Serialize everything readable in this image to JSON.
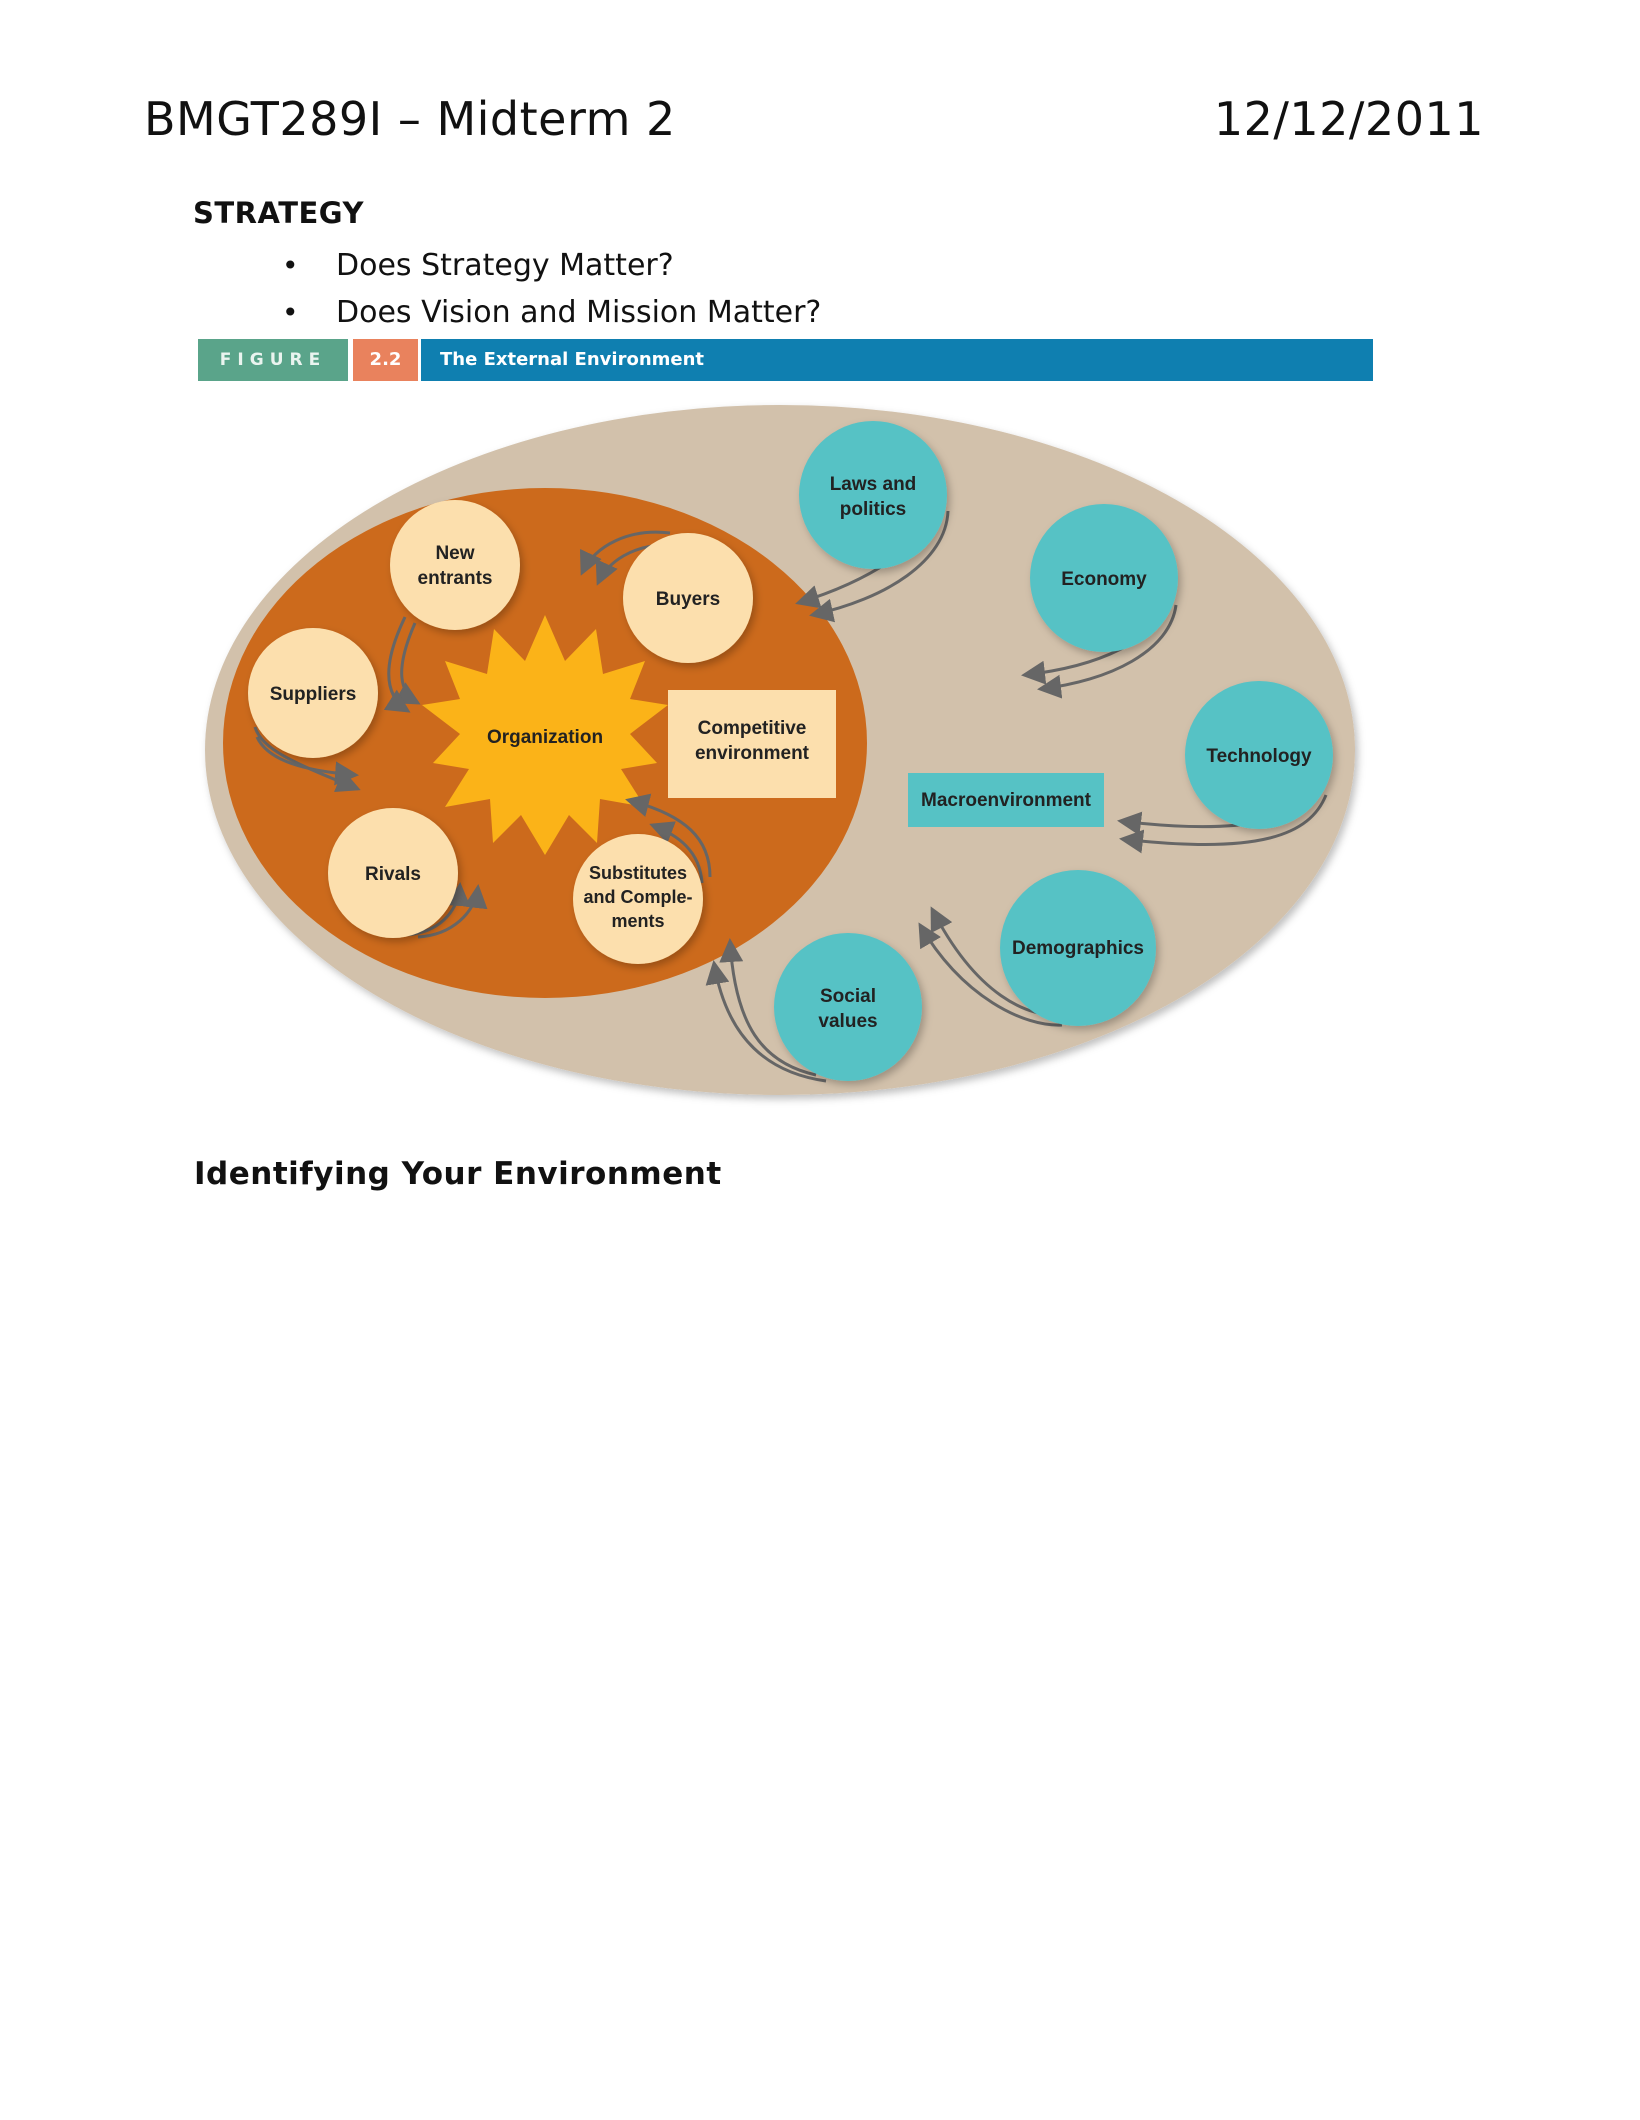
{
  "header": {
    "title": "BMGT289I – Midterm 2",
    "date": "12/12/2011"
  },
  "section": {
    "heading": "STRATEGY",
    "bullets": [
      "Does Strategy Matter?",
      "Does Vision and Mission Matter?"
    ]
  },
  "figure": {
    "label": "FIGURE",
    "number": "2.2",
    "title": "The External Environment",
    "colors": {
      "outer_ellipse": "#d2c1ab",
      "inner_ellipse": "#cc6a1c",
      "force_circle": "#fcdfad",
      "macro_circle": "#56c2c5",
      "star": "#fbb318",
      "label_box": "#fcdfad",
      "macro_box": "#56c2c5",
      "arrow": "#666666"
    },
    "organization": "Organization",
    "competitive_label": [
      "Competitive",
      "environment"
    ],
    "macro_label": "Macroenvironment",
    "competitive_forces": [
      [
        "New",
        "entrants"
      ],
      [
        "Buyers"
      ],
      [
        "Suppliers"
      ],
      [
        "Rivals"
      ],
      [
        "Substitutes",
        "and Comple-",
        "ments"
      ]
    ],
    "macro_forces": [
      [
        "Laws and",
        "politics"
      ],
      [
        "Economy"
      ],
      [
        "Technology"
      ],
      [
        "Demographics"
      ],
      [
        "Social",
        "values"
      ]
    ]
  },
  "subheading": "Identifying Your Environment"
}
